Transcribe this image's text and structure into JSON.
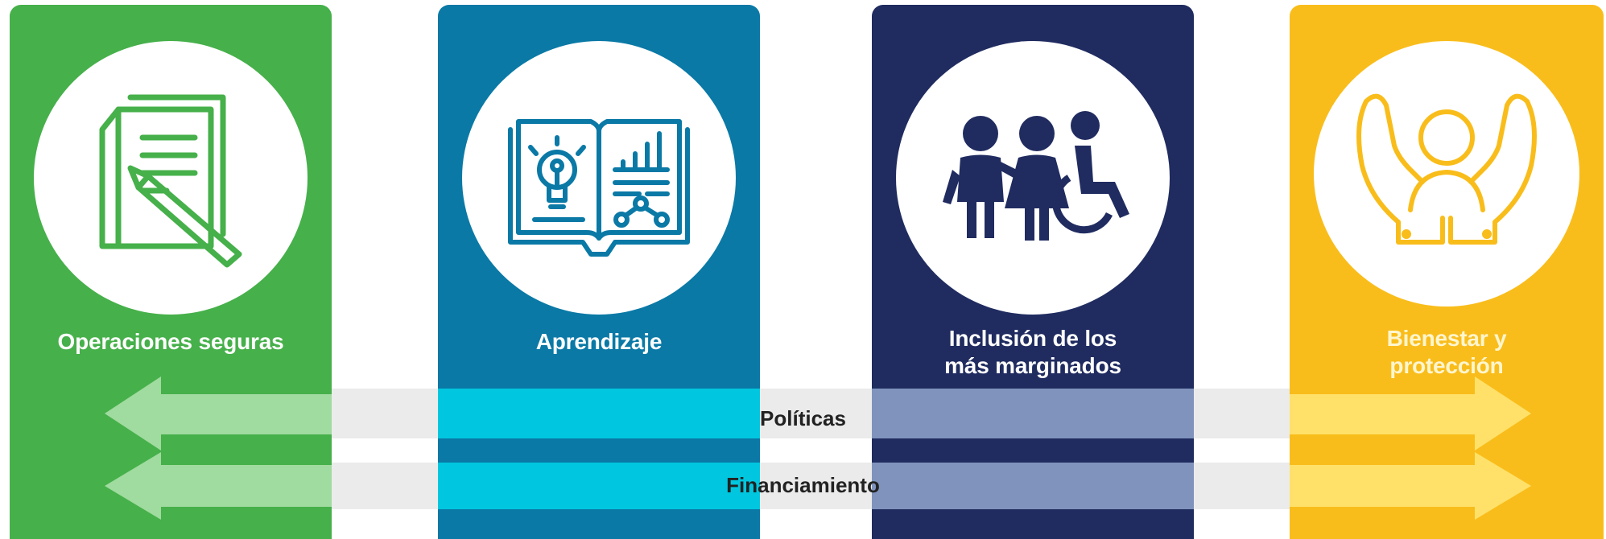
{
  "pillars": [
    {
      "label_lines": [
        "Operaciones seguras"
      ],
      "color": "#46b04a",
      "icon": "document-pencil-icon"
    },
    {
      "label_lines": [
        "Aprendizaje"
      ],
      "color": "#0a79a6",
      "icon": "open-book-lightbulb-icon"
    },
    {
      "label_lines": [
        "Inclusión de los",
        "más marginados"
      ],
      "color": "#202c60",
      "icon": "children-wheelchair-icon"
    },
    {
      "label_lines": [
        "Bienestar y",
        "protección"
      ],
      "color": "#f9bd1b",
      "icon": "hands-person-icon"
    }
  ],
  "bands": [
    {
      "label": "Políticas"
    },
    {
      "label": "Financiamiento"
    }
  ],
  "colors": {
    "green_arrow": "#a5dda3",
    "teal_band": "#00c7df",
    "navy_band": "#7f93bd",
    "yellow_arrow": "#ffe169",
    "gray_band": "#e9e9e9"
  }
}
